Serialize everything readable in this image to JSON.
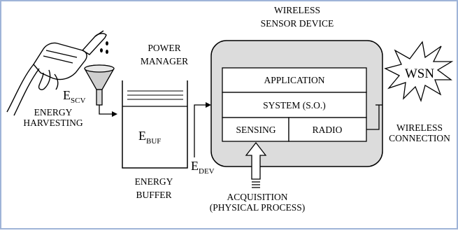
{
  "diagram": {
    "labels": {
      "wireless_line1": "WIRELESS",
      "wireless_line2": "SENSOR DEVICE",
      "power_manager_line1": "POWER",
      "power_manager_line2": "MANAGER",
      "e_scv_main": "E",
      "e_scv_sub": "SCV",
      "energy_harvesting_line1": "ENERGY",
      "energy_harvesting_line2": "HARVESTING",
      "e_buf_main": "E",
      "e_buf_sub": "BUF",
      "e_dev_main": "E",
      "e_dev_sub": "DEV",
      "energy_buffer_line1": "ENERGY",
      "energy_buffer_line2": "BUFFER",
      "application": "APPLICATION",
      "system": "SYSTEM (S.O.)",
      "sensing": "SENSING",
      "radio": "RADIO",
      "wsn": "WSN",
      "wireless_connection_line1": "WIRELESS",
      "wireless_connection_line2": "CONNECTION",
      "acquisition_line1": "ACQUISITION",
      "acquisition_line2": "(PHYSICAL PROCESS)"
    },
    "icons": {
      "fuel_nozzle": "fuel-nozzle-icon",
      "funnel": "funnel-icon",
      "starburst": "starburst-icon"
    },
    "colors": {
      "frame_border": "#9fb4d8",
      "device_fill": "#dcdcdc",
      "ink": "#000000"
    }
  }
}
